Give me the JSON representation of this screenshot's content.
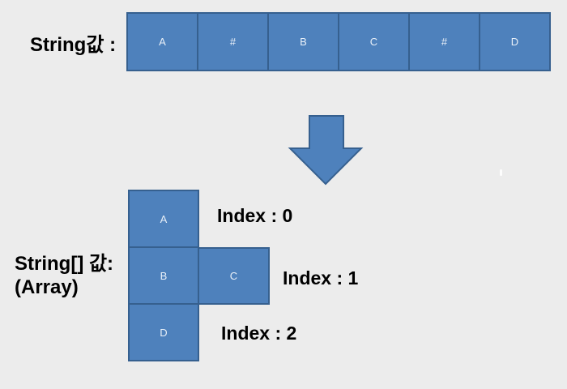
{
  "colors": {
    "background": "#ececec",
    "box_fill": "#4e81bc",
    "box_border": "#36608f",
    "box_text": "#e9f0f8",
    "label_text": "#000000"
  },
  "string_row": {
    "label": "String값 :",
    "cells": [
      "A",
      "#",
      "B",
      "C",
      "#",
      "D"
    ]
  },
  "arrow": {
    "icon": "down-arrow"
  },
  "array_section": {
    "label_line1": "String[] 값:",
    "label_line2": "(Array)",
    "rows": [
      {
        "cells": [
          "A"
        ],
        "index_label": "Index : 0"
      },
      {
        "cells": [
          "B",
          "C"
        ],
        "index_label": "Index : 1"
      },
      {
        "cells": [
          "D"
        ],
        "index_label": "Index : 2"
      }
    ]
  }
}
